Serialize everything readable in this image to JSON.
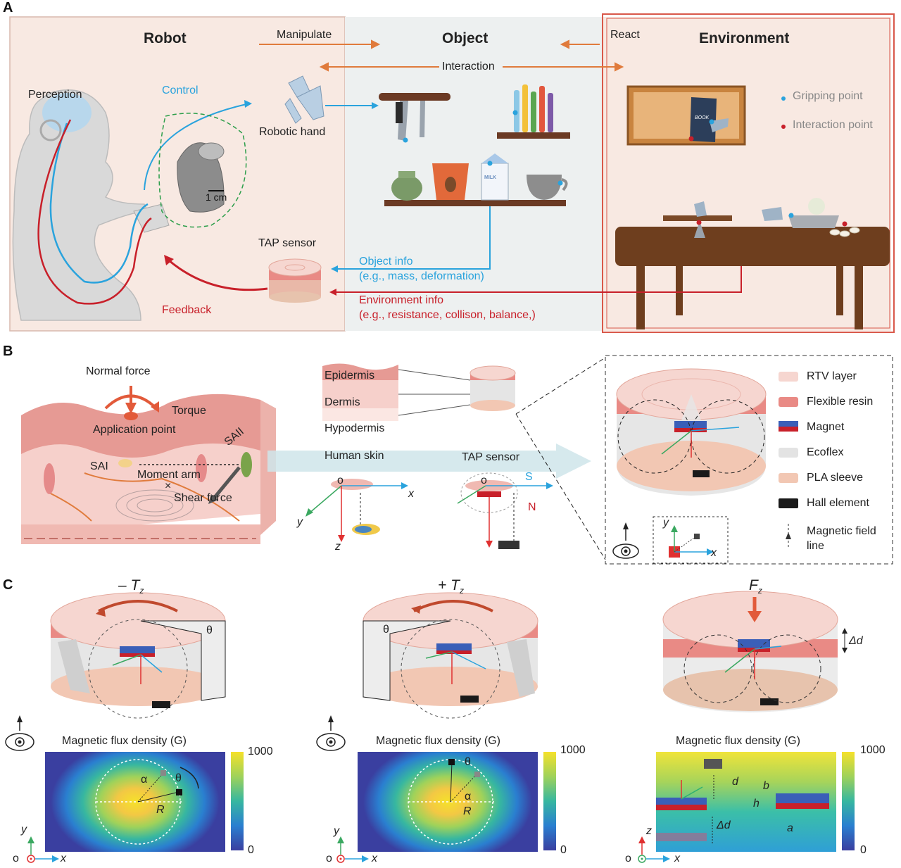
{
  "panels": {
    "a": "A",
    "b": "B",
    "c": "C"
  },
  "panel_a": {
    "headers": {
      "robot": "Robot",
      "object": "Object",
      "environment": "Environment"
    },
    "arrows": {
      "manipulate": "Manipulate",
      "react": "React",
      "interaction": "Interaction"
    },
    "labels": {
      "perception": "Perception",
      "control": "Control",
      "robotic_hand": "Robotic hand",
      "scale": "1 cm",
      "tap_sensor": "TAP sensor",
      "feedback": "Feedback",
      "object_info": "Object info",
      "object_info_detail": "(e.g., mass, deformation)",
      "environment_info": "Environment info",
      "environment_info_detail": "(e.g., resistance, collison, balance,)",
      "gripping_point": "Gripping point",
      "interaction_point": "Interaction point",
      "book": "BOOK",
      "milk": "MILK"
    },
    "colors": {
      "blue": "#2aa3dd",
      "red": "#c8202a",
      "orange": "#e07b3c"
    }
  },
  "panel_b": {
    "skin": {
      "normal_force": "Normal force",
      "torque": "Torque",
      "application_point": "Application point",
      "sai": "SAI",
      "saii": "SAII",
      "moment_arm": "Moment arm",
      "cross": "×",
      "shear_force": "Shear force"
    },
    "layers": {
      "epidermis": "Epidermis",
      "dermis": "Dermis",
      "hypodermis": "Hypodermis"
    },
    "flow": {
      "human_skin": "Human skin",
      "tap_sensor": "TAP sensor"
    },
    "axes": {
      "o": "o",
      "x": "x",
      "y": "y",
      "z": "z",
      "s": "S",
      "n": "N"
    },
    "legend": [
      {
        "label": "RTV layer",
        "color": "#f6d6d0"
      },
      {
        "label": "Flexible resin",
        "color": "#e98a85"
      },
      {
        "label": "Magnet",
        "color": "#3a5fb8"
      },
      {
        "label": "Ecoflex",
        "color": "#e3e3e3"
      },
      {
        "label": "PLA sleeve",
        "color": "#f2c7b3"
      },
      {
        "label": "Hall element",
        "color": "#1a1a1a"
      },
      {
        "label": "Magnetic field line",
        "color": "#333333"
      }
    ],
    "inset_axes": {
      "x": "x",
      "y": "y"
    }
  },
  "panel_c": {
    "titles": {
      "neg": "– T",
      "pos": "+ T",
      "fz": "F",
      "sub": "z"
    },
    "theta": "θ",
    "alpha": "α",
    "R": "R",
    "delta_d": "Δd",
    "heatmap_title": "Magnetic flux density (G)",
    "colorbar": {
      "max": "1000",
      "min": "0"
    },
    "axes": {
      "o": "o",
      "x": "x",
      "y": "y",
      "z": "z"
    },
    "dims": {
      "d": "d",
      "b": "b",
      "h": "h",
      "a": "a"
    },
    "colorbar_colors": [
      "#f5e12a",
      "#9fd25a",
      "#37b7a0",
      "#2a7fd0",
      "#3a3fa0"
    ]
  }
}
